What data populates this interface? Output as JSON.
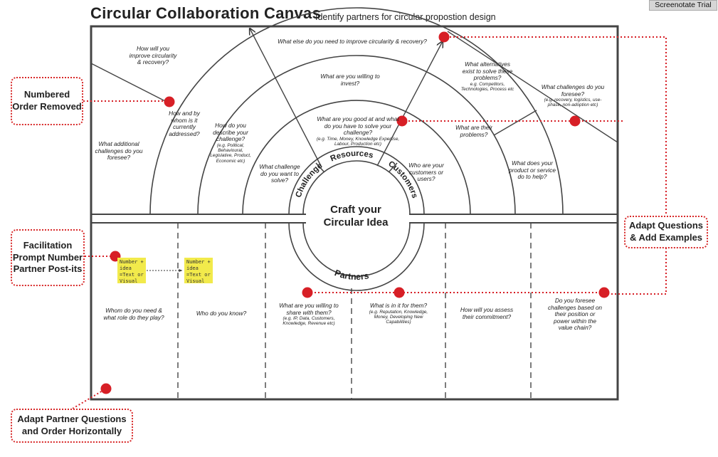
{
  "header": {
    "title": "Circular Collaboration Canvas",
    "subtitle": "Identify partners for circular propostion design"
  },
  "watermark": "Screenotate Trial",
  "canvas": {
    "center": "Craft your Circular Idea",
    "ring_labels": {
      "challenge": "Challenge",
      "resources": "Resources",
      "customers": "Customers",
      "partners": "Partners"
    },
    "questions": {
      "top_arc": "What else do you need to improve circularity & recovery?",
      "improve": "How will you improve circularity & recovery?",
      "additional": "What additional challenges do you foresee?",
      "how_whom": "How and by whom is it currently addressed?",
      "describe": "How do you describe your challenge?",
      "describe_eg": "(e.g. Political, Behavioural, Legislative, Product, Economic etc)",
      "invest": "What are you willing to invest?",
      "good_at": "What are you good at and what do you have to solve your challenge?",
      "good_at_eg": "(e.g. Time, Money, Knowledge Expertise, Labour, Production etc)",
      "challenge_solve": "What challenge do you want to solve?",
      "customers": "Who are your customers or users?",
      "problems": "What are their problems?",
      "alternatives": "What alternatives exist to solve these problems?",
      "alternatives_eg": "e.g. Competitors, Technologies, Process etc",
      "challenges_foresee": "What challenges do you foresee?",
      "challenges_foresee_eg": "(e.g. recovery, logistics, use-phase, non-adoption etc)",
      "product_help": "What does your product or service do to help?"
    },
    "partner_questions": [
      {
        "text": "Whom do you need & what role do they play?",
        "example": ""
      },
      {
        "text": "Who do you know?",
        "example": ""
      },
      {
        "text": "What are you willing to share with them?",
        "example": "(e.g. IP, Data, Customers, Knowledge, Revenue etc)"
      },
      {
        "text": "What is in it for them?",
        "example": "(e.g. Reputation, Knowledge, Money, Developing New Capabilities)"
      },
      {
        "text": "How will you assess their commitment?",
        "example": ""
      },
      {
        "text": "Do you foresee challenges based on their position or power within the value chain?",
        "example": ""
      }
    ],
    "postit_text": "Number + idea =Text or Visual"
  },
  "callouts": {
    "numbered": "Numbered Order Removed",
    "facilitation": "Facilitation Prompt Number Partner Post-its",
    "adapt_questions": "Adapt Questions & Add Examples",
    "adapt_partner": "Adapt Partner Questions and Order Horizontally"
  },
  "colors": {
    "accent": "#d71f26",
    "postit": "#f2ea4b",
    "frame": "#444444"
  }
}
